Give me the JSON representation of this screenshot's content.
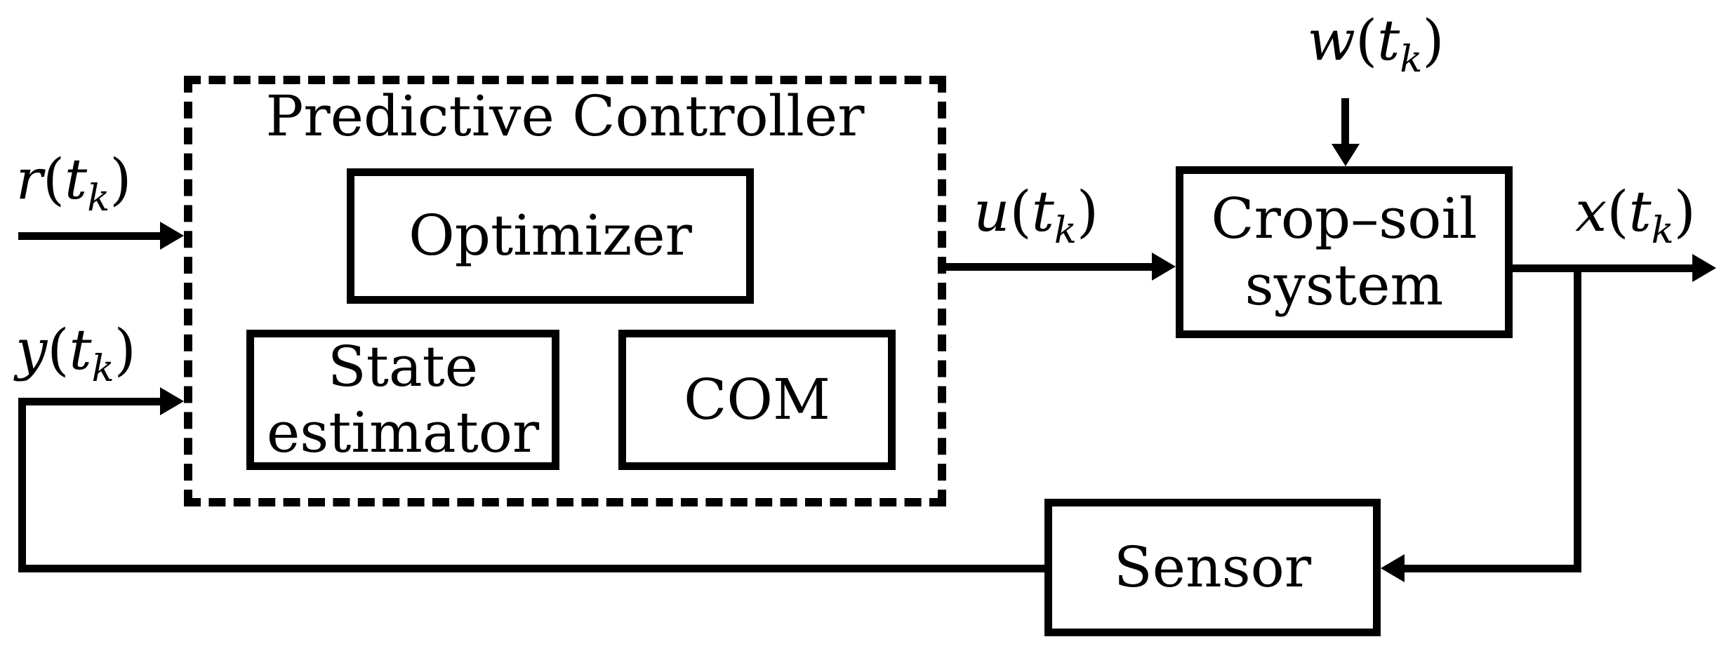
{
  "figure": {
    "background": "#ffffff",
    "ink": "#000000",
    "controller": {
      "title": "Predictive Controller",
      "blocks": {
        "optimizer": {
          "label": "Optimizer"
        },
        "state_estimator": {
          "line1": "State",
          "line2": "estimator"
        },
        "com": {
          "label": "COM"
        }
      }
    },
    "plant": {
      "line1": "Crop–soil",
      "line2": "system"
    },
    "sensor": {
      "label": "Sensor"
    },
    "signals": {
      "r": {
        "var": "r",
        "open": "(",
        "arg": "t",
        "sub": "k",
        "close": ")"
      },
      "y": {
        "var": "y",
        "open": "(",
        "arg": "t",
        "sub": "k",
        "close": ")"
      },
      "u": {
        "var": "u",
        "open": "(",
        "arg": "t",
        "sub": "k",
        "close": ")"
      },
      "w": {
        "var": "w",
        "open": "(",
        "arg": "t",
        "sub": "k",
        "close": ")"
      },
      "x": {
        "var": "x",
        "open": "(",
        "arg": "t",
        "sub": "k",
        "close": ")"
      }
    }
  }
}
